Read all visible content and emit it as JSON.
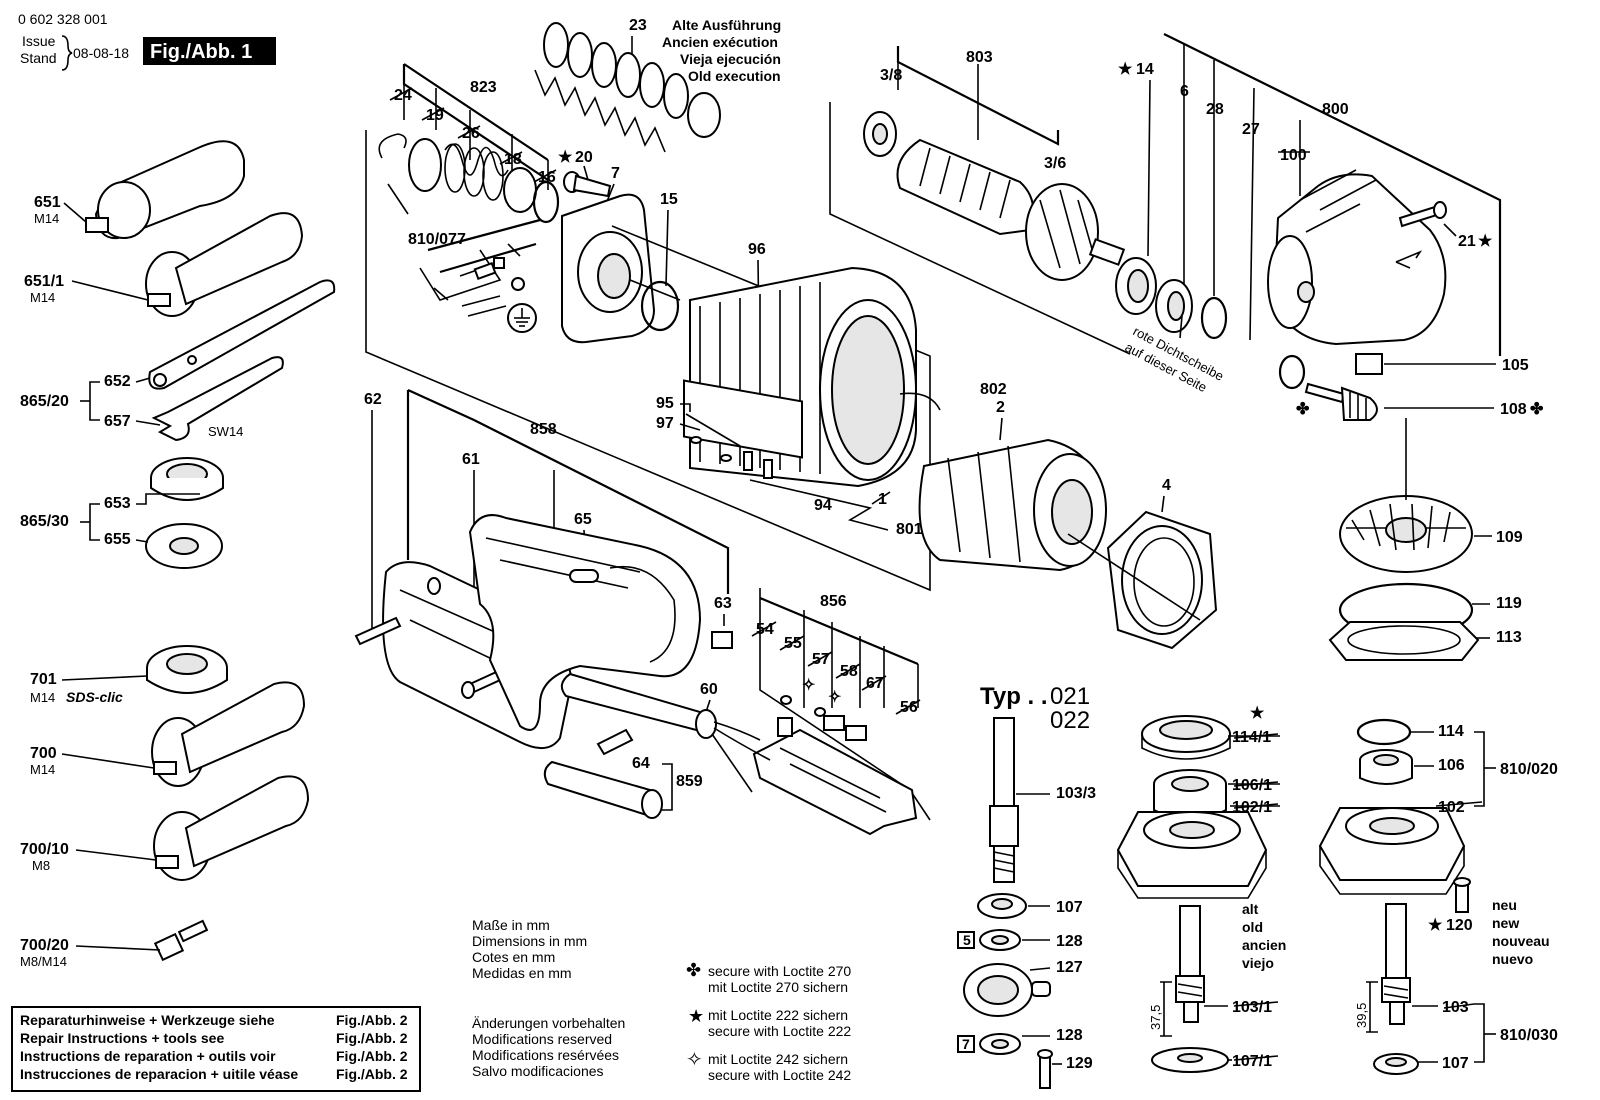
{
  "header": {
    "part_number": "0 602 328 001",
    "issue_label": "Issue",
    "stand_label": "Stand",
    "issue_date": "08-08-18",
    "fig_label": "Fig./Abb. 1"
  },
  "old_execution": {
    "number": "23",
    "lines": [
      "Alte Ausführung",
      "Ancien exécution",
      "Vieja ejecución",
      "Old execution"
    ]
  },
  "typ": {
    "label": "Typ . .",
    "v1": "021",
    "v2": "022"
  },
  "parts": {
    "p651": "651",
    "p651_sub": "M14",
    "p651_1": "651/1",
    "p651_1_sub": "M14",
    "p865_20": "865/20",
    "p652": "652",
    "p657": "657",
    "sw14": "SW14",
    "p865_30": "865/30",
    "p653": "653",
    "p655": "655",
    "p701": "701",
    "p701_sub": "M14",
    "sds": "SDS-clic",
    "p700": "700",
    "p700_sub": "M14",
    "p700_10": "700/10",
    "p700_10_sub": "M8",
    "p700_20": "700/20",
    "p700_20_sub": "M8/M14",
    "p823": "823",
    "p24": "24",
    "p19": "19",
    "p26": "26",
    "p18": "18",
    "p16": "16",
    "p20": "20",
    "p7": "7",
    "p15": "15",
    "p810_077": "810/077",
    "p96": "96",
    "p95": "95",
    "p97": "97",
    "p94": "94",
    "p801": "801",
    "p1": "1",
    "p803": "803",
    "p3_8": "3/8",
    "p3_6": "3/6",
    "p14": "14",
    "p6": "6",
    "p28": "28",
    "p27": "27",
    "p800": "800",
    "p100": "100",
    "p21": "21",
    "p105": "105",
    "p108": "108",
    "p802": "802",
    "p2": "2",
    "p4": "4",
    "p109": "109",
    "p119": "119",
    "p113": "113",
    "p62": "62",
    "p61": "61",
    "p858": "858",
    "p65": "65",
    "p63": "63",
    "p856": "856",
    "p54": "54",
    "p55": "55",
    "p57": "57",
    "p58": "58",
    "p67": "67",
    "p56": "56",
    "p60": "60",
    "p64": "64",
    "p859": "859",
    "p103_3": "103/3",
    "p107a": "107",
    "p128a": "128",
    "p127": "127",
    "p128b": "128",
    "p129": "129",
    "p114_1": "114/1",
    "p106_1": "106/1",
    "p102_1": "102/1",
    "p103_1": "103/1",
    "p107_1": "107/1",
    "p114": "114",
    "p106": "106",
    "p102": "102",
    "p810_020": "810/020",
    "p120": "120",
    "p103": "103",
    "p107b": "107",
    "p810_030": "810/030",
    "d37_5": "37,5",
    "d39_5": "39,5"
  },
  "rote": {
    "line1": "rote Dichtscheibe",
    "line2": "auf dieser Seite"
  },
  "alt": [
    "alt",
    "old",
    "ancien",
    "viejo"
  ],
  "neu": [
    "neu",
    "new",
    "nouveau",
    "nuevo"
  ],
  "dimensions": [
    "Maße in mm",
    "Dimensions in mm",
    "Cotes en mm",
    "Medidas en mm"
  ],
  "modifications": [
    "Änderungen vorbehalten",
    "Modifications reserved",
    "Modifications resérvées",
    "Salvo modificaciones"
  ],
  "loctite": {
    "l270a": "secure with Loctite 270",
    "l270b": "mit Loctite 270 sichern",
    "l222a": "mit Loctite 222 sichern",
    "l222b": "secure with Loctite 222",
    "l242a": "mit Loctite 242 sichern",
    "l242b": "secure with Loctite 242"
  },
  "repair_box": {
    "rows": [
      {
        "text": "Reparaturhinweise + Werkzeuge siehe",
        "ref": "Fig./Abb. 2"
      },
      {
        "text": "Repair Instructions + tools see",
        "ref": "Fig./Abb. 2"
      },
      {
        "text": "Instructions de reparation + outils voir",
        "ref": "Fig./Abb. 2"
      },
      {
        "text": "Instrucciones de reparacion + uitile véase",
        "ref": "Fig./Abb. 2"
      }
    ]
  },
  "icons": [
    "star-icon",
    "clover-icon",
    "four-point-star-icon",
    "ground-icon"
  ]
}
